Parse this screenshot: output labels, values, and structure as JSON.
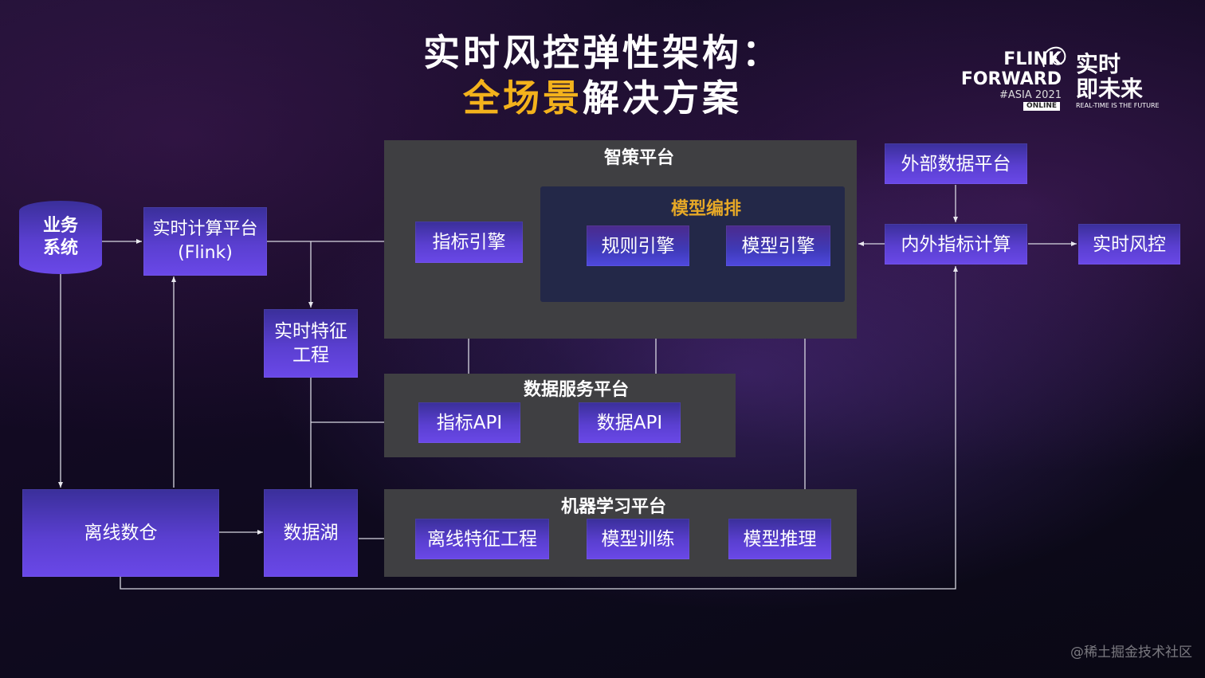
{
  "title": {
    "line1": "实时风控弹性架构：",
    "line2_highlight": "全场景",
    "line2_rest": "解决方案"
  },
  "logo": {
    "flink_line1": "FLINK",
    "flink_line2": "FORWARD",
    "asia": "#ASIA 2021",
    "online": "ONLINE",
    "cn_line1": "实时",
    "cn_line2": "即未来",
    "slogan": "REAL-TIME IS THE FUTURE"
  },
  "nodes": {
    "business_system": "业务\n系统",
    "realtime_compute": "实时计算平台\n(Flink)",
    "realtime_feature": "实时特征\n工程",
    "offline_dw": "离线数仓",
    "data_lake": "数据湖",
    "external_data": "外部数据平台",
    "inner_outer_metrics": "内外指标计算",
    "realtime_risk": "实时风控"
  },
  "panels": {
    "zhice": {
      "title": "智策平台",
      "metric_engine": "指标引擎",
      "model_orchestration": {
        "title": "模型编排",
        "rule_engine": "规则引擎",
        "model_engine": "模型引擎"
      }
    },
    "data_service": {
      "title": "数据服务平台",
      "metric_api": "指标API",
      "data_api": "数据API"
    },
    "ml": {
      "title": "机器学习平台",
      "offline_feature": "离线特征工程",
      "model_training": "模型训练",
      "model_inference": "模型推理"
    }
  },
  "watermark": "@稀土掘金技术社区",
  "colors": {
    "accent": "#f3b21c",
    "panel": "#3f3f42",
    "inner_panel": "#232848",
    "inner_title": "#e6a827",
    "box_top": "#3a2f9a",
    "box_bottom": "#6a48e8"
  }
}
